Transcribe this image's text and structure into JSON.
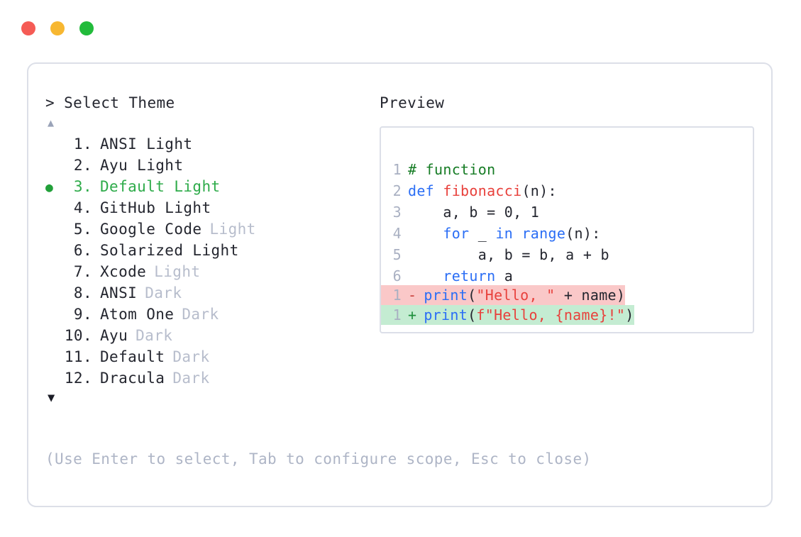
{
  "window": {
    "buttons": [
      {
        "name": "close-button",
        "color": "#f55b55"
      },
      {
        "name": "minimize-button",
        "color": "#f7b731"
      },
      {
        "name": "maximize-button",
        "color": "#22bb3b"
      }
    ]
  },
  "left": {
    "prompt": "> Select Theme",
    "scroll_up_glyph": "▲",
    "scroll_down_glyph": "▼",
    "selected_bullet": "●",
    "selected_index": 3,
    "items": [
      {
        "num": "1.",
        "name": "ANSI Light",
        "variant": ""
      },
      {
        "num": "2.",
        "name": "Ayu Light",
        "variant": ""
      },
      {
        "num": "3.",
        "name": "Default Light",
        "variant": ""
      },
      {
        "num": "4.",
        "name": "GitHub Light",
        "variant": ""
      },
      {
        "num": "5.",
        "name": "Google Code",
        "variant": "Light"
      },
      {
        "num": "6.",
        "name": "Solarized Light",
        "variant": ""
      },
      {
        "num": "7.",
        "name": "Xcode",
        "variant": "Light"
      },
      {
        "num": "8.",
        "name": "ANSI",
        "variant": "Dark"
      },
      {
        "num": "9.",
        "name": "Atom One",
        "variant": "Dark"
      },
      {
        "num": "10.",
        "name": "Ayu",
        "variant": "Dark"
      },
      {
        "num": "11.",
        "name": "Default",
        "variant": "Dark"
      },
      {
        "num": "12.",
        "name": "Dracula",
        "variant": "Dark"
      }
    ],
    "hint": "(Use Enter to select, Tab to configure scope, Esc to close)"
  },
  "right": {
    "label": "Preview",
    "code_lines": [
      {
        "ln": "1",
        "tokens": [
          {
            "t": "# function",
            "c": "comment"
          }
        ]
      },
      {
        "ln": "2",
        "tokens": [
          {
            "t": "def ",
            "c": "keyword"
          },
          {
            "t": "fibonacci",
            "c": "func"
          },
          {
            "t": "(n):",
            "c": "punct"
          }
        ]
      },
      {
        "ln": "3",
        "tokens": [
          {
            "t": "    a, b = 0, 1",
            "c": "plain"
          }
        ]
      },
      {
        "ln": "4",
        "tokens": [
          {
            "t": "    ",
            "c": "plain"
          },
          {
            "t": "for",
            "c": "keyword"
          },
          {
            "t": " _ ",
            "c": "plain"
          },
          {
            "t": "in",
            "c": "keyword"
          },
          {
            "t": " ",
            "c": "plain"
          },
          {
            "t": "range",
            "c": "keyword"
          },
          {
            "t": "(n):",
            "c": "punct"
          }
        ]
      },
      {
        "ln": "5",
        "tokens": [
          {
            "t": "        a, b = b, a + b",
            "c": "plain"
          }
        ]
      },
      {
        "ln": "6",
        "tokens": [
          {
            "t": "    ",
            "c": "plain"
          },
          {
            "t": "return",
            "c": "keyword"
          },
          {
            "t": " a",
            "c": "plain"
          }
        ]
      }
    ],
    "diff_lines": [
      {
        "ln": "1",
        "sign": "-",
        "kind": "del",
        "tokens": [
          {
            "t": "print",
            "c": "keyword"
          },
          {
            "t": "(",
            "c": "punct"
          },
          {
            "t": "\"Hello, \"",
            "c": "string"
          },
          {
            "t": " + name)",
            "c": "plain"
          }
        ]
      },
      {
        "ln": "1",
        "sign": "+",
        "kind": "add",
        "tokens": [
          {
            "t": "print",
            "c": "keyword"
          },
          {
            "t": "(",
            "c": "punct"
          },
          {
            "t": "f\"Hello, ",
            "c": "string"
          },
          {
            "t": "{name}",
            "c": "string"
          },
          {
            "t": "!\"",
            "c": "string"
          },
          {
            "t": ")",
            "c": "punct"
          }
        ]
      }
    ]
  },
  "colors": {
    "accent_green": "#2eab4a",
    "muted": "#b7bdcc",
    "border": "#dcdfe8",
    "diff_del_bg": "#fac8c8",
    "diff_add_bg": "#c4ecd2"
  }
}
